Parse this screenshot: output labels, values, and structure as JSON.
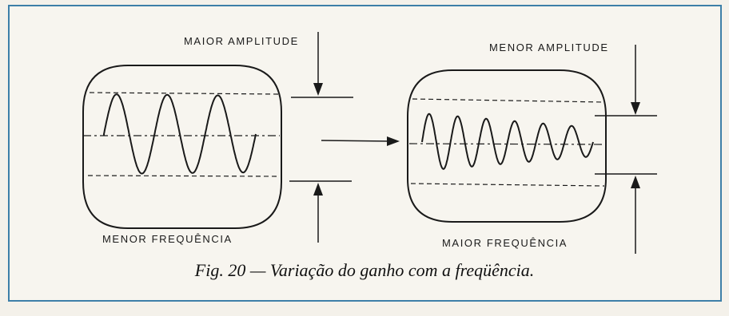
{
  "colors": {
    "border": "#3d7fa8",
    "ink": "#1a1a1a",
    "paper": "#f7f5ef"
  },
  "labels": {
    "left_top": "MAIOR AMPLITUDE",
    "left_bottom": "MENOR FREQUÊNCIA",
    "right_top": "MENOR AMPLITUDE",
    "right_bottom": "MAIOR FREQUÊNCIA"
  },
  "caption": "Fig. 20 — Variação do ganho com a freqüência.",
  "left_screen": {
    "cycles": 3,
    "amplitude": "maior",
    "frequency": "menor"
  },
  "right_screen": {
    "cycles": 6,
    "amplitude": "menor",
    "frequency": "maior"
  }
}
